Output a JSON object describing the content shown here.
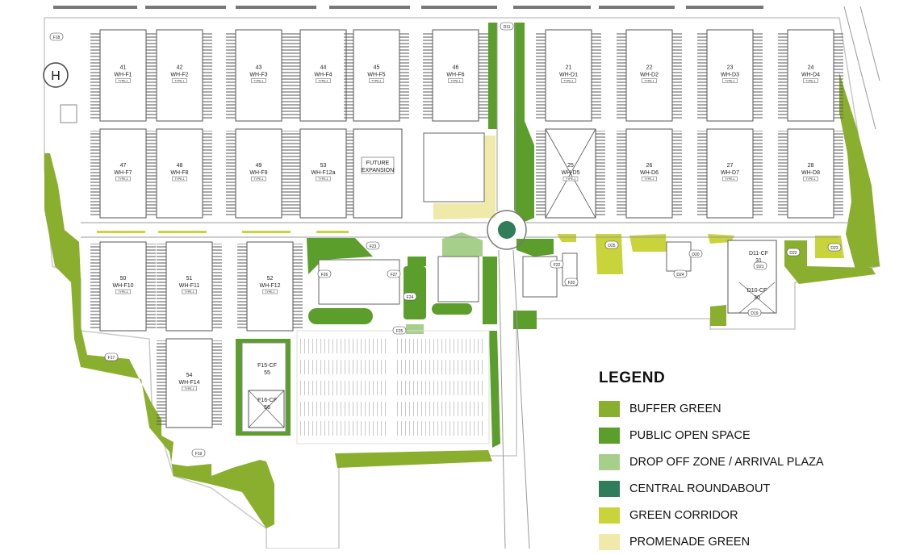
{
  "colors": {
    "buffer_green": "#8aaf2e",
    "public_open_space": "#5b9e2c",
    "drop_off": "#a6cf8b",
    "roundabout": "#2f7d59",
    "green_corridor": "#c8d43a",
    "promenade": "#efeaa9"
  },
  "helipad_letter": "H",
  "warehouses": [
    {
      "num": "41",
      "code": "WH-F1",
      "type": "TYPE-1"
    },
    {
      "num": "42",
      "code": "WH-F2",
      "type": "TYPE-1"
    },
    {
      "num": "43",
      "code": "WH-F3",
      "type": "TYPE-1"
    },
    {
      "num": "44",
      "code": "WH-F4",
      "type": "TYPE-1"
    },
    {
      "num": "45",
      "code": "WH-F5",
      "type": "TYPE-1"
    },
    {
      "num": "46",
      "code": "WH-F6",
      "type": "TYPE-1"
    },
    {
      "num": "47",
      "code": "WH-F7",
      "type": "TYPE-1"
    },
    {
      "num": "48",
      "code": "WH-F8",
      "type": "TYPE-1"
    },
    {
      "num": "49",
      "code": "WH-F9",
      "type": "TYPE-1"
    },
    {
      "num": "53",
      "code": "WH-F12a",
      "type": "TYPE-1"
    },
    {
      "num": "21",
      "code": "WH-D1",
      "type": "TYPE-1"
    },
    {
      "num": "22",
      "code": "WH-D2",
      "type": "TYPE-1"
    },
    {
      "num": "23",
      "code": "WH-D3",
      "type": "TYPE-1"
    },
    {
      "num": "24",
      "code": "WH-D4",
      "type": "TYPE-1"
    },
    {
      "num": "25",
      "code": "WH-D5",
      "type": "TYPE-1"
    },
    {
      "num": "26",
      "code": "WH-D6",
      "type": "TYPE-1"
    },
    {
      "num": "27",
      "code": "WH-D7",
      "type": "TYPE-1"
    },
    {
      "num": "28",
      "code": "WH-D8",
      "type": "TYPE-1"
    },
    {
      "num": "50",
      "code": "WH-F10",
      "type": "TYPE-1"
    },
    {
      "num": "51",
      "code": "WH-F11",
      "type": "TYPE-1"
    },
    {
      "num": "52",
      "code": "WH-F12",
      "type": "TYPE-1"
    },
    {
      "num": "54",
      "code": "WH-F14",
      "type": "TYPE-1"
    }
  ],
  "future_expansion": [
    "FUTURE",
    "EXPANSION"
  ],
  "cf_buildings": [
    {
      "num": "55",
      "code": "F15-CF"
    },
    {
      "num": "56",
      "code": "F16-CF"
    },
    {
      "num": "31",
      "code": "D11-CF"
    },
    {
      "num": "30",
      "code": "D10-CF"
    }
  ],
  "facility_tags": [
    "F18",
    "D11",
    "F17",
    "F23",
    "F26",
    "F27",
    "F25",
    "F24",
    "F22",
    "F20",
    "F19",
    "D25",
    "D24",
    "D23",
    "D22",
    "D21",
    "D20",
    "D19"
  ],
  "legend": {
    "title": "LEGEND",
    "items": [
      {
        "label": "BUFFER GREEN",
        "color": "#8aaf2e"
      },
      {
        "label": "PUBLIC OPEN SPACE",
        "color": "#5b9e2c"
      },
      {
        "label": "DROP OFF ZONE / ARRIVAL PLAZA",
        "color": "#a6cf8b"
      },
      {
        "label": "CENTRAL ROUNDABOUT",
        "color": "#2f7d59"
      },
      {
        "label": "GREEN CORRIDOR",
        "color": "#c8d43a"
      },
      {
        "label": "PROMENADE GREEN",
        "color": "#efeaa9"
      }
    ]
  }
}
